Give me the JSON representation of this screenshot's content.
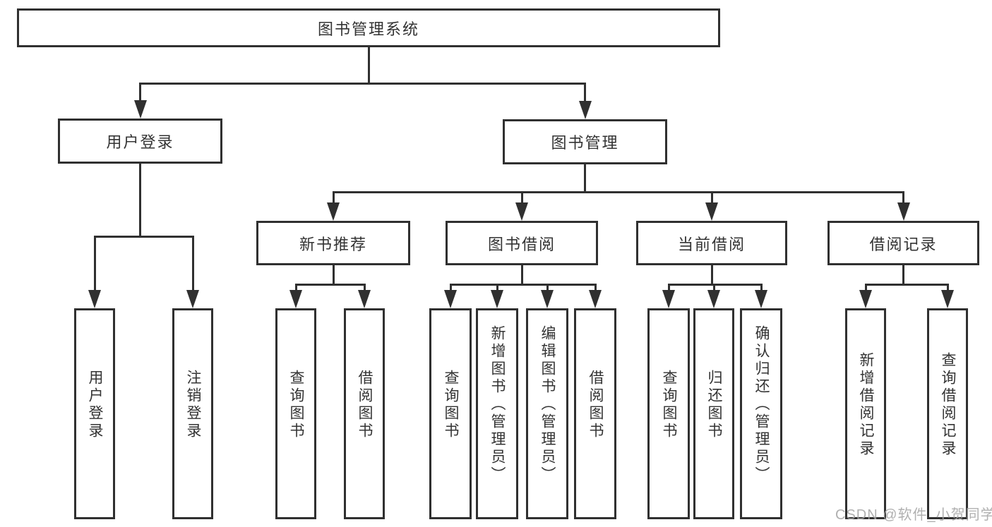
{
  "diagram": {
    "title": "图书管理系统",
    "watermark": "CSDN @软件_小贺同学",
    "colors": {
      "line": "#303030",
      "box_fill": "#ffffff",
      "text": "#333333",
      "watermark": "#a3a3a3",
      "background": "#ffffff"
    },
    "nodes": [
      {
        "id": "root",
        "label": "图书管理系统"
      },
      {
        "id": "user-login",
        "label": "用户登录"
      },
      {
        "id": "book-mgmt",
        "label": "图书管理"
      },
      {
        "id": "new-book-rec",
        "label": "新书推荐"
      },
      {
        "id": "book-borrow",
        "label": "图书借阅"
      },
      {
        "id": "current-borrow",
        "label": "当前借阅"
      },
      {
        "id": "borrow-records",
        "label": "借阅记录"
      },
      {
        "id": "leaf-user-login",
        "label": "用户登录"
      },
      {
        "id": "leaf-logout",
        "label": "注销登录"
      },
      {
        "id": "nbr-query",
        "label": "查询图书"
      },
      {
        "id": "nbr-borrow",
        "label": "借阅图书"
      },
      {
        "id": "bb-query",
        "label": "查询图书"
      },
      {
        "id": "bb-add",
        "label": "新增图书（管理员）"
      },
      {
        "id": "bb-edit",
        "label": "编辑图书（管理员）"
      },
      {
        "id": "bb-borrow",
        "label": "借阅图书"
      },
      {
        "id": "cb-query",
        "label": "查询图书"
      },
      {
        "id": "cb-return",
        "label": "归还图书"
      },
      {
        "id": "cb-confirm",
        "label": "确认归还（管理员）"
      },
      {
        "id": "br-add",
        "label": "新增借阅记录"
      },
      {
        "id": "br-query",
        "label": "查询借阅记录"
      }
    ],
    "edges": [
      {
        "from": "root",
        "to": [
          "user-login",
          "book-mgmt"
        ]
      },
      {
        "from": "user-login",
        "to": [
          "leaf-user-login",
          "leaf-logout"
        ]
      },
      {
        "from": "book-mgmt",
        "to": [
          "new-book-rec",
          "book-borrow",
          "current-borrow",
          "borrow-records"
        ]
      },
      {
        "from": "new-book-rec",
        "to": [
          "nbr-query",
          "nbr-borrow"
        ]
      },
      {
        "from": "book-borrow",
        "to": [
          "bb-query",
          "bb-add",
          "bb-edit",
          "bb-borrow"
        ]
      },
      {
        "from": "current-borrow",
        "to": [
          "cb-query",
          "cb-return",
          "cb-confirm"
        ]
      },
      {
        "from": "borrow-records",
        "to": [
          "br-add",
          "br-query"
        ]
      }
    ]
  }
}
